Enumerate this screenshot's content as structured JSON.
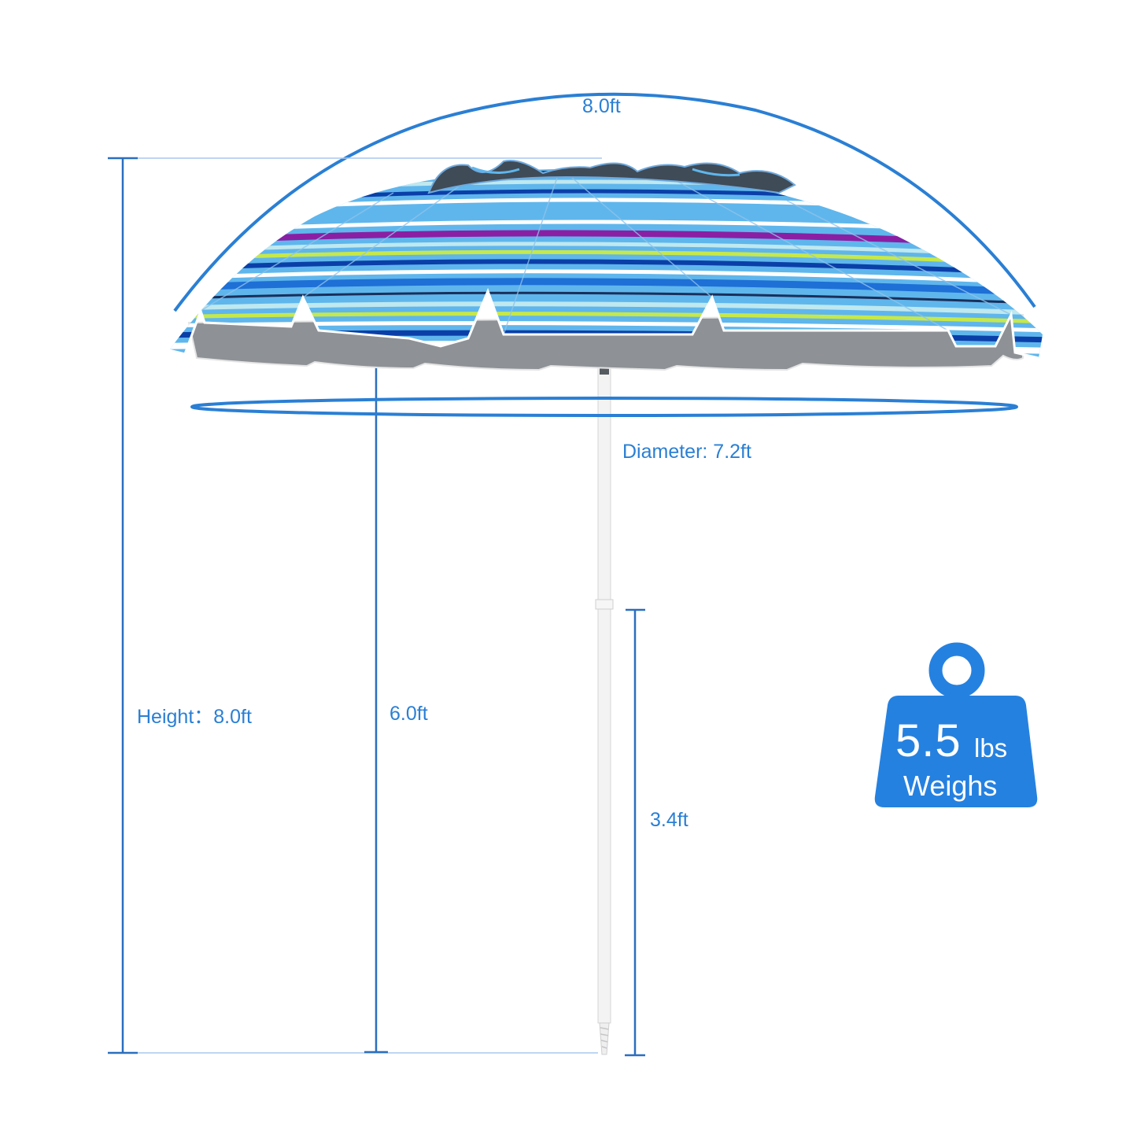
{
  "diagram": {
    "subject": "Striped beach umbrella with dimensions",
    "accent_color": "#2a7fd4",
    "badge_color": "#2581e0",
    "stripe_colors": [
      "#1e6fd6",
      "#5fb6ec",
      "#0b3fa8",
      "#c6e84a",
      "#8a1fa4",
      "#bfe8ef",
      "#ffffff",
      "#1a2f5a"
    ],
    "underside_color": "#8e9296",
    "pole_color": "#f2f2f2"
  },
  "dimensions": {
    "arc_length": "8.0ft",
    "diameter": "Diameter: 7.2ft",
    "total_height": "Height：8.0ft",
    "canopy_to_ground": "6.0ft",
    "lower_pole": "3.4ft"
  },
  "weight_badge": {
    "value": "5.5",
    "unit": "lbs",
    "caption": "Weighs"
  }
}
